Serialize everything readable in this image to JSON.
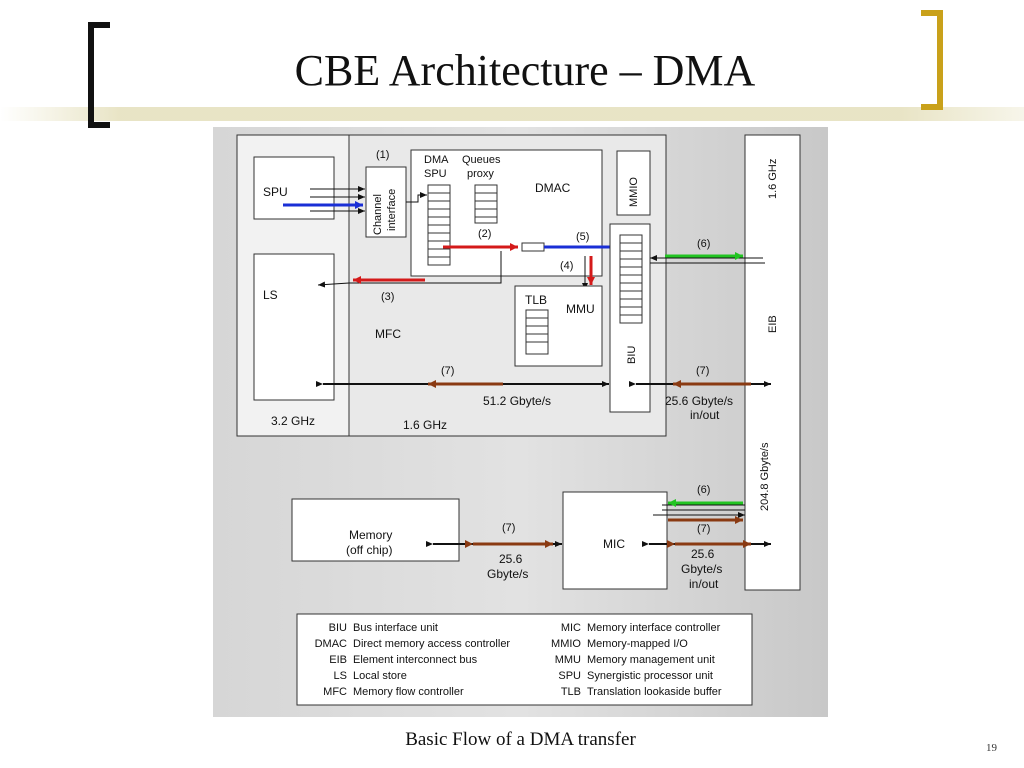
{
  "slide": {
    "title": "CBE Architecture – DMA",
    "caption": "Basic Flow of a DMA transfer",
    "page_number": "19"
  },
  "diagram": {
    "spu": "SPU",
    "ls": "LS",
    "mfc": "MFC",
    "clock_cpu": "3.2 GHz",
    "clock_mfc": "1.6 GHz",
    "clock_eib": "1.6 GHz",
    "channel_interface": [
      "Channel",
      "interface"
    ],
    "dma_spu": [
      "DMA",
      "SPU"
    ],
    "queues_proxy": [
      "Queues",
      "proxy"
    ],
    "dmac": "DMAC",
    "mmio": "MMIO",
    "tlb": "TLB",
    "mmu": "MMU",
    "biu": "BIU",
    "eib": "EIB",
    "eib_bandwidth": "204.8 Gbyte/s",
    "memory": [
      "Memory",
      "(off chip)"
    ],
    "mic": "MIC",
    "step1": "(1)",
    "step2": "(2)",
    "step3": "(3)",
    "step4": "(4)",
    "step5": "(5)",
    "step6": "(6)",
    "step7": "(7)",
    "bw_ls_biu": "51.2 Gbyte/s",
    "bw_biu_eib": [
      "25.6 Gbyte/s",
      "in/out"
    ],
    "bw_mem_mic": [
      "25.6",
      "Gbyte/s"
    ],
    "bw_mic_eib": [
      "25.6",
      "Gbyte/s",
      "in/out"
    ],
    "colors": {
      "step1_spu": "#1a2fd6",
      "step2_request": "#d41a1a",
      "step5_to_biu": "#1a2fd6",
      "step6_eib": "#22c422",
      "step7_data": "#8a3a12"
    }
  },
  "legend": {
    "left": [
      {
        "abbr": "BIU",
        "desc": "Bus interface unit"
      },
      {
        "abbr": "DMAC",
        "desc": "Direct memory access controller"
      },
      {
        "abbr": "EIB",
        "desc": "Element interconnect bus"
      },
      {
        "abbr": "LS",
        "desc": "Local store"
      },
      {
        "abbr": "MFC",
        "desc": "Memory flow controller"
      }
    ],
    "right": [
      {
        "abbr": "MIC",
        "desc": "Memory interface controller"
      },
      {
        "abbr": "MMIO",
        "desc": "Memory-mapped I/O"
      },
      {
        "abbr": "MMU",
        "desc": "Memory management unit"
      },
      {
        "abbr": "SPU",
        "desc": "Synergistic processor unit"
      },
      {
        "abbr": "TLB",
        "desc": "Translation lookaside buffer"
      }
    ]
  }
}
